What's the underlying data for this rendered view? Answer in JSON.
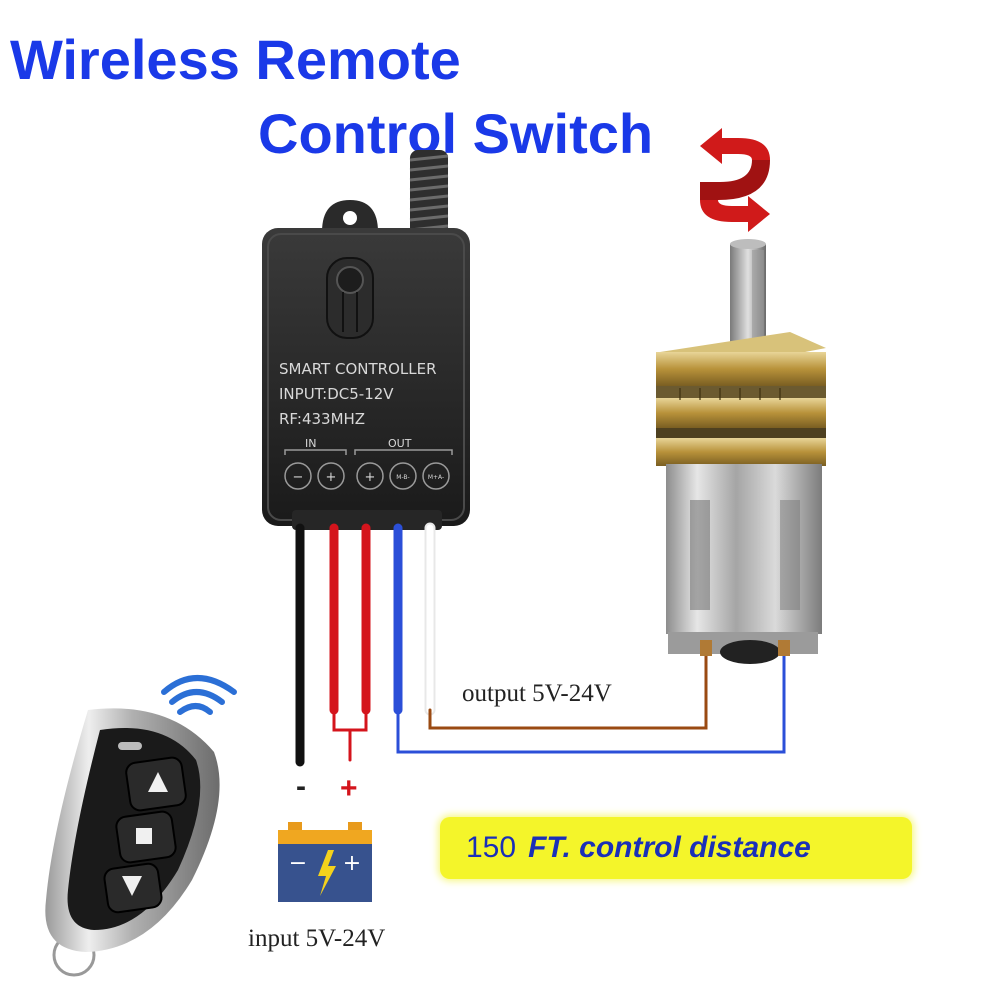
{
  "title": {
    "line1": "Wireless Remote",
    "line2": "Control Switch"
  },
  "controller": {
    "label_line1": "SMART CONTROLLER",
    "label_line2": "INPUT:DC5-12V",
    "label_line3": "RF:433MHZ",
    "in_label": "IN",
    "out_label": "OUT",
    "terminals": [
      "−",
      "+",
      "+",
      "M-B-",
      "M+A-"
    ]
  },
  "labels": {
    "output": "output 5V-24V",
    "input": "input 5V-24V",
    "negative": "-",
    "positive": "+"
  },
  "battery": {
    "minus": "−",
    "plus": "+"
  },
  "distance": {
    "number": "150",
    "text": "FT. control distance"
  },
  "colors": {
    "title": "#1a39e8",
    "wire_black": "#111111",
    "wire_red": "#d4141c",
    "wire_blue": "#2b4fd8",
    "wire_white": "#f4f4f4",
    "wire_brown": "#9a4a12",
    "highlight_box": "#f4f52a"
  },
  "icons": [
    "rotation-arrows-icon",
    "wireless-signal-icon",
    "battery-icon",
    "remote-up-arrow-icon",
    "remote-stop-icon",
    "remote-down-arrow-icon"
  ]
}
